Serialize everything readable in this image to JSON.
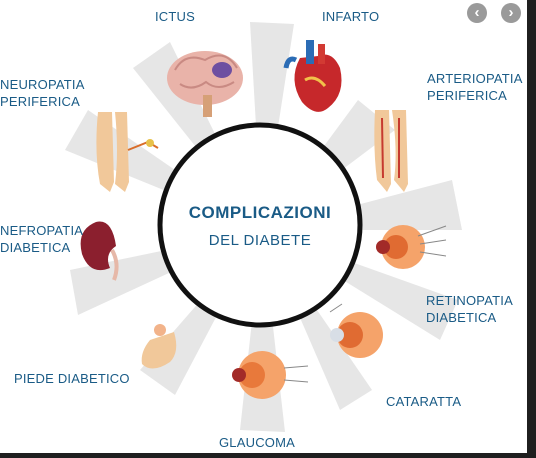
{
  "diagram": {
    "center": {
      "title": "COMPLICAZIONI",
      "subtitle": "DEL DIABETE"
    },
    "labels": {
      "ictus": "ICTUS",
      "infarto": "INFARTO",
      "arteriopatia": "ARTERIOPATIA\nPERIFERICA",
      "neuropatia": "NEUROPATIA\nPERIFERICA",
      "nefropatia": "NEFROPATIA\nDIABETICA",
      "retinopatia": "RETINOPATIA\nDIABETICA",
      "piede": "PIEDE DIABETICO",
      "cataratta": "CATARATTA",
      "glaucoma": "GLAUCOMA"
    }
  },
  "nav": {
    "prev": "‹",
    "next": "›"
  },
  "colors": {
    "label": "#1a5b86",
    "ray": "#e6e6e6",
    "circle_border": "#111111"
  },
  "icons": [
    "brain-icon",
    "heart-icon",
    "legs-arteries-icon",
    "legs-nerves-icon",
    "kidney-icon",
    "eye-retina-icon",
    "foot-icon",
    "eye-cataract-icon",
    "eye-glaucoma-icon"
  ]
}
